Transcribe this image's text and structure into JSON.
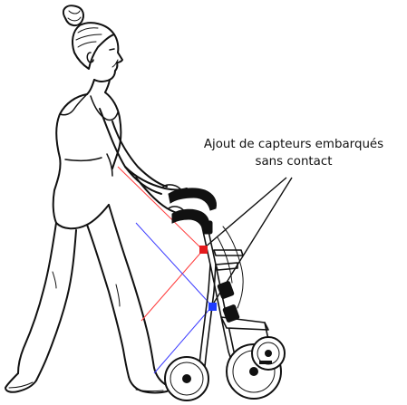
{
  "annotation": {
    "line1": "Ajout de capteurs embarqués",
    "line2": "sans contact"
  },
  "sensors": [
    {
      "name": "upper-sensor",
      "color": "#e41a1c"
    },
    {
      "name": "lower-sensor",
      "color": "#1f3bff"
    }
  ],
  "beam_colors": {
    "red": "#ff3b3b",
    "blue": "#3b3bff"
  },
  "palette": {
    "ink": "#111111",
    "frame": "#ffffff",
    "handle": "#111111"
  }
}
